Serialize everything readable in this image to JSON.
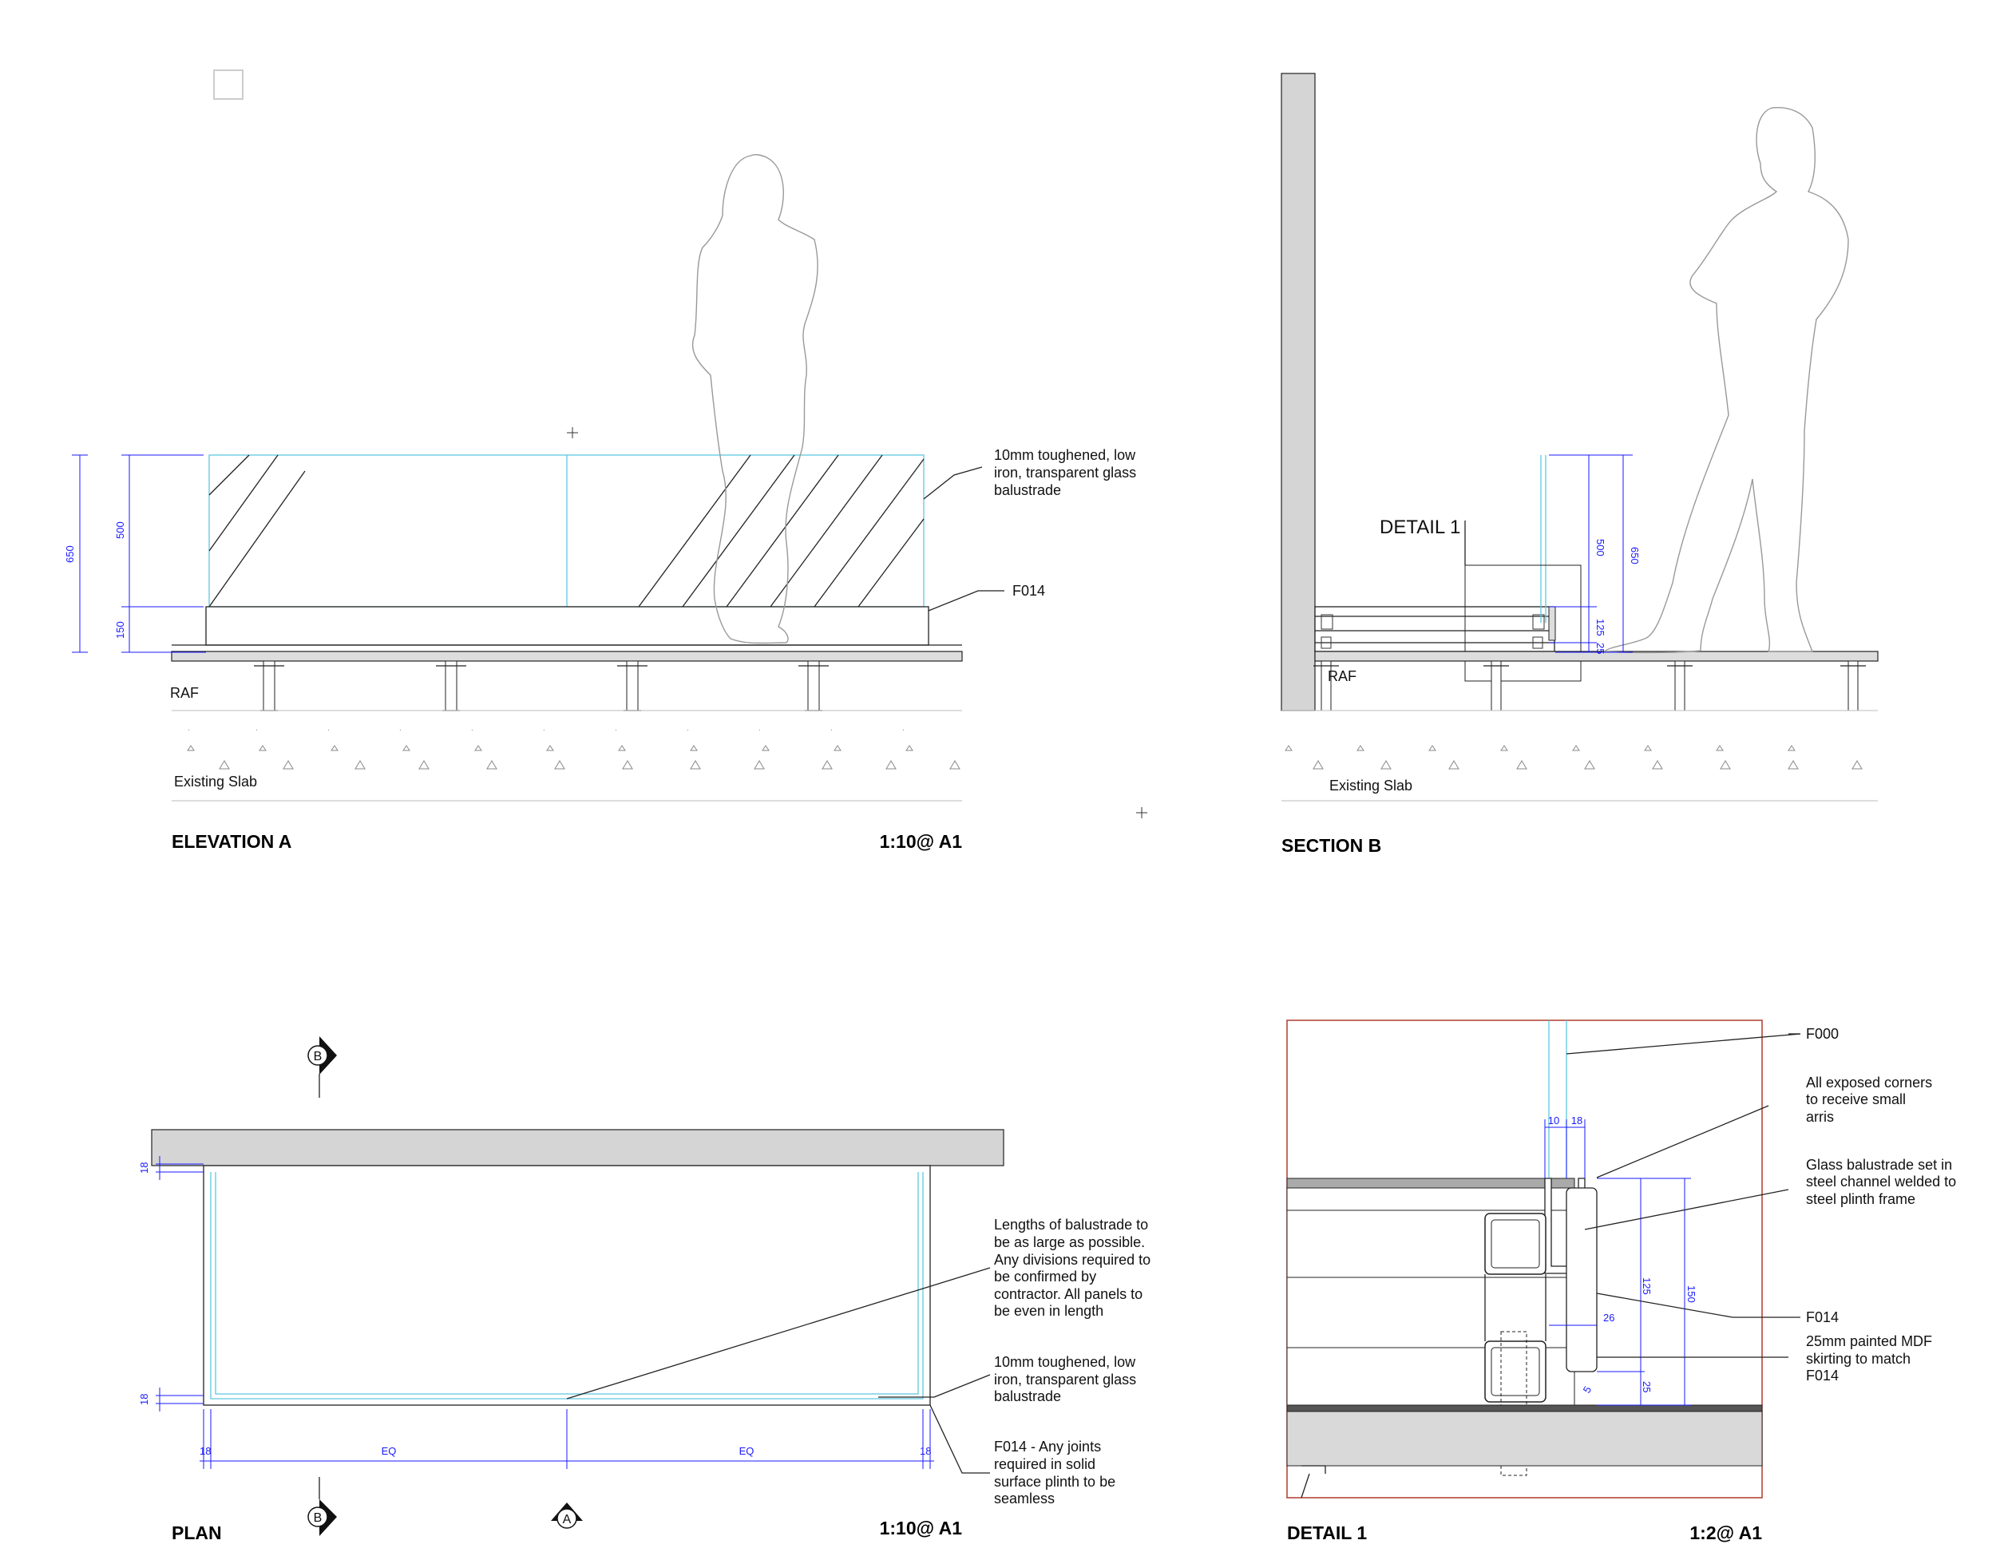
{
  "elevation_a": {
    "title": "ELEVATION A",
    "scale": "1:10@ A1",
    "glass_note": [
      "10mm toughened, low",
      "iron, transparent glass",
      "balustrade"
    ],
    "plinth_note": "F014",
    "raf_label": "RAF",
    "slab_label": "Existing Slab",
    "dims": {
      "total": "650",
      "glass": "500",
      "plinth": "150"
    }
  },
  "section_b": {
    "title": "SECTION B",
    "detail_label": "DETAIL 1",
    "raf_label": "RAF",
    "slab_label": "Existing Slab",
    "dims": {
      "glass": "500",
      "total": "650",
      "plinth": "125",
      "skirt": "25"
    }
  },
  "plan": {
    "title": "PLAN",
    "scale": "1:10@ A1",
    "marker_b": "B",
    "marker_a": "A",
    "lengths_note": [
      "Lengths of balustrade to",
      "be as large as possible.",
      "Any divisions required to",
      "be confirmed by",
      "contractor. All panels to",
      "be even in length"
    ],
    "glass_note": [
      "10mm toughened, low",
      "iron, transparent glass",
      "balustrade"
    ],
    "plinth_note": [
      "F014 - Any joints",
      "required in solid",
      "surface plinth to be",
      "seamless"
    ],
    "dims": {
      "top": "18",
      "bottom": "18",
      "left": "18",
      "right": "18",
      "eq1": "EQ",
      "eq2": "EQ"
    }
  },
  "detail_1": {
    "title": "DETAIL 1",
    "scale": "1:2@ A1",
    "notes": {
      "f000": "F000",
      "corners": [
        "All exposed corners",
        "to receive small",
        "arris"
      ],
      "channel": [
        "Glass balustrade set in",
        "steel channel welded to",
        "steel plinth frame"
      ],
      "f014": "F014",
      "skirting": [
        "25mm painted MDF",
        "skirting to match",
        "F014"
      ]
    },
    "dims": {
      "glass": "10",
      "gap": "18",
      "plinth_h": "125",
      "total_h": "150",
      "skirt_w": "26",
      "skirt_h": "25",
      "base": "5"
    }
  }
}
